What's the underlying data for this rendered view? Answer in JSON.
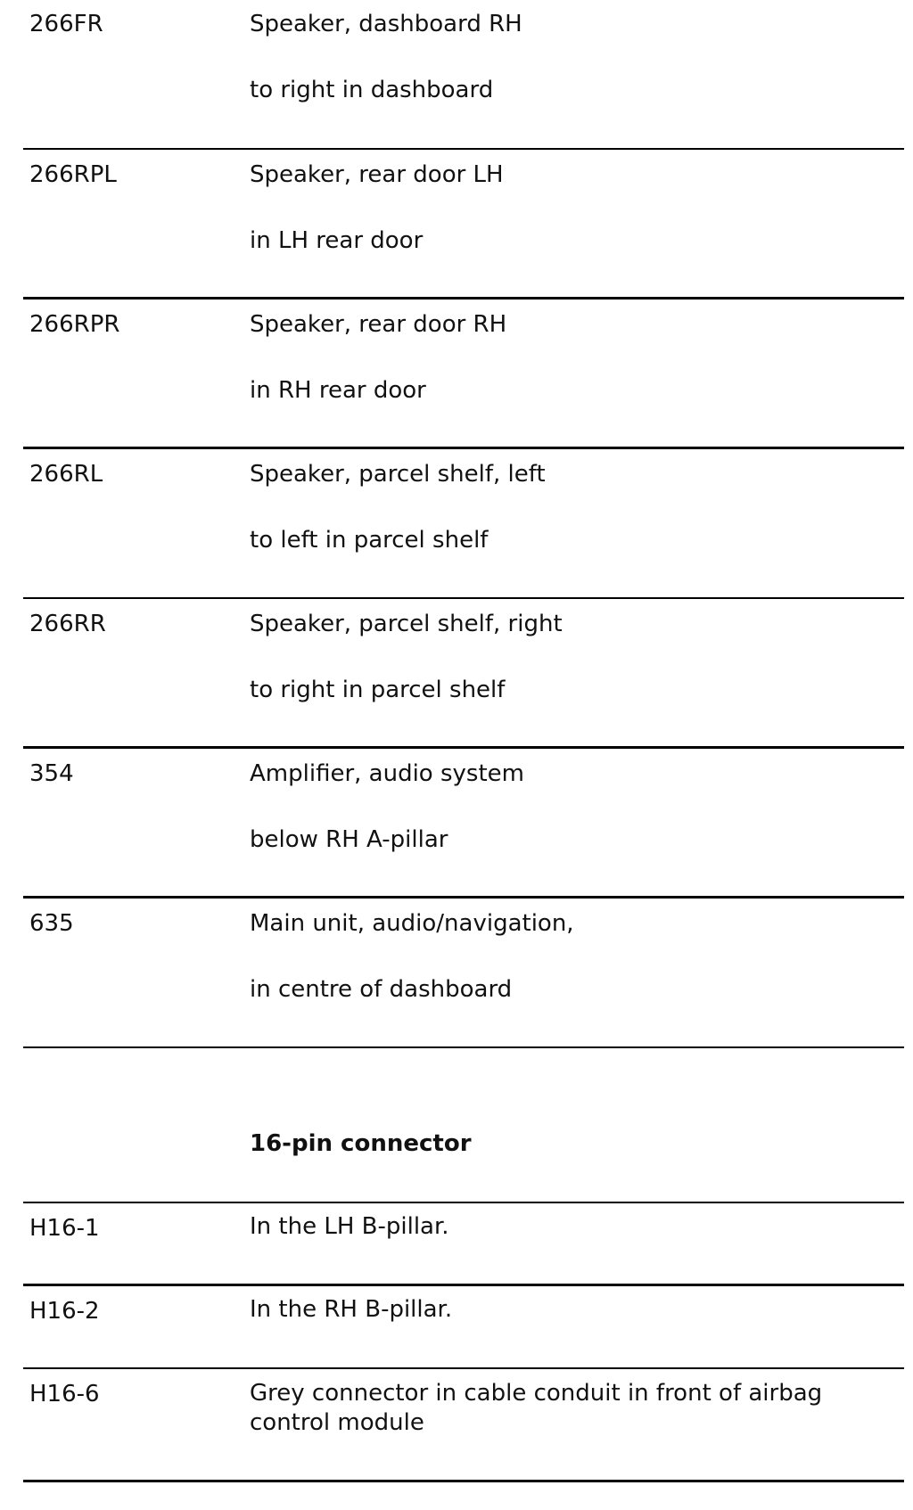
{
  "components": [
    {
      "code": "266FR",
      "name": "Speaker, dashboard RH",
      "location": "to right in dashboard"
    },
    {
      "code": "266RPL",
      "name": "Speaker, rear door LH",
      "location": "in LH rear door"
    },
    {
      "code": "266RPR",
      "name": "Speaker, rear door RH",
      "location": "in RH rear door"
    },
    {
      "code": "266RL",
      "name": "Speaker, parcel shelf, left",
      "location": "to left in parcel shelf"
    },
    {
      "code": "266RR",
      "name": "Speaker, parcel shelf, right",
      "location": "to right in parcel shelf"
    },
    {
      "code": "354",
      "name": "Amplifier, audio system",
      "location": "below RH A-pillar"
    },
    {
      "code": "635",
      "name": "Main unit, audio/navigation,",
      "location": "in centre of dashboard"
    }
  ],
  "connector_section": {
    "heading": "16-pin connector",
    "rows": [
      {
        "code": "H16-1",
        "location": "In the LH B-pillar."
      },
      {
        "code": "H16-2",
        "location": "In the RH B-pillar."
      },
      {
        "code": "H16-6",
        "location": "Grey connector in cable conduit in front of airbag control module"
      }
    ]
  }
}
